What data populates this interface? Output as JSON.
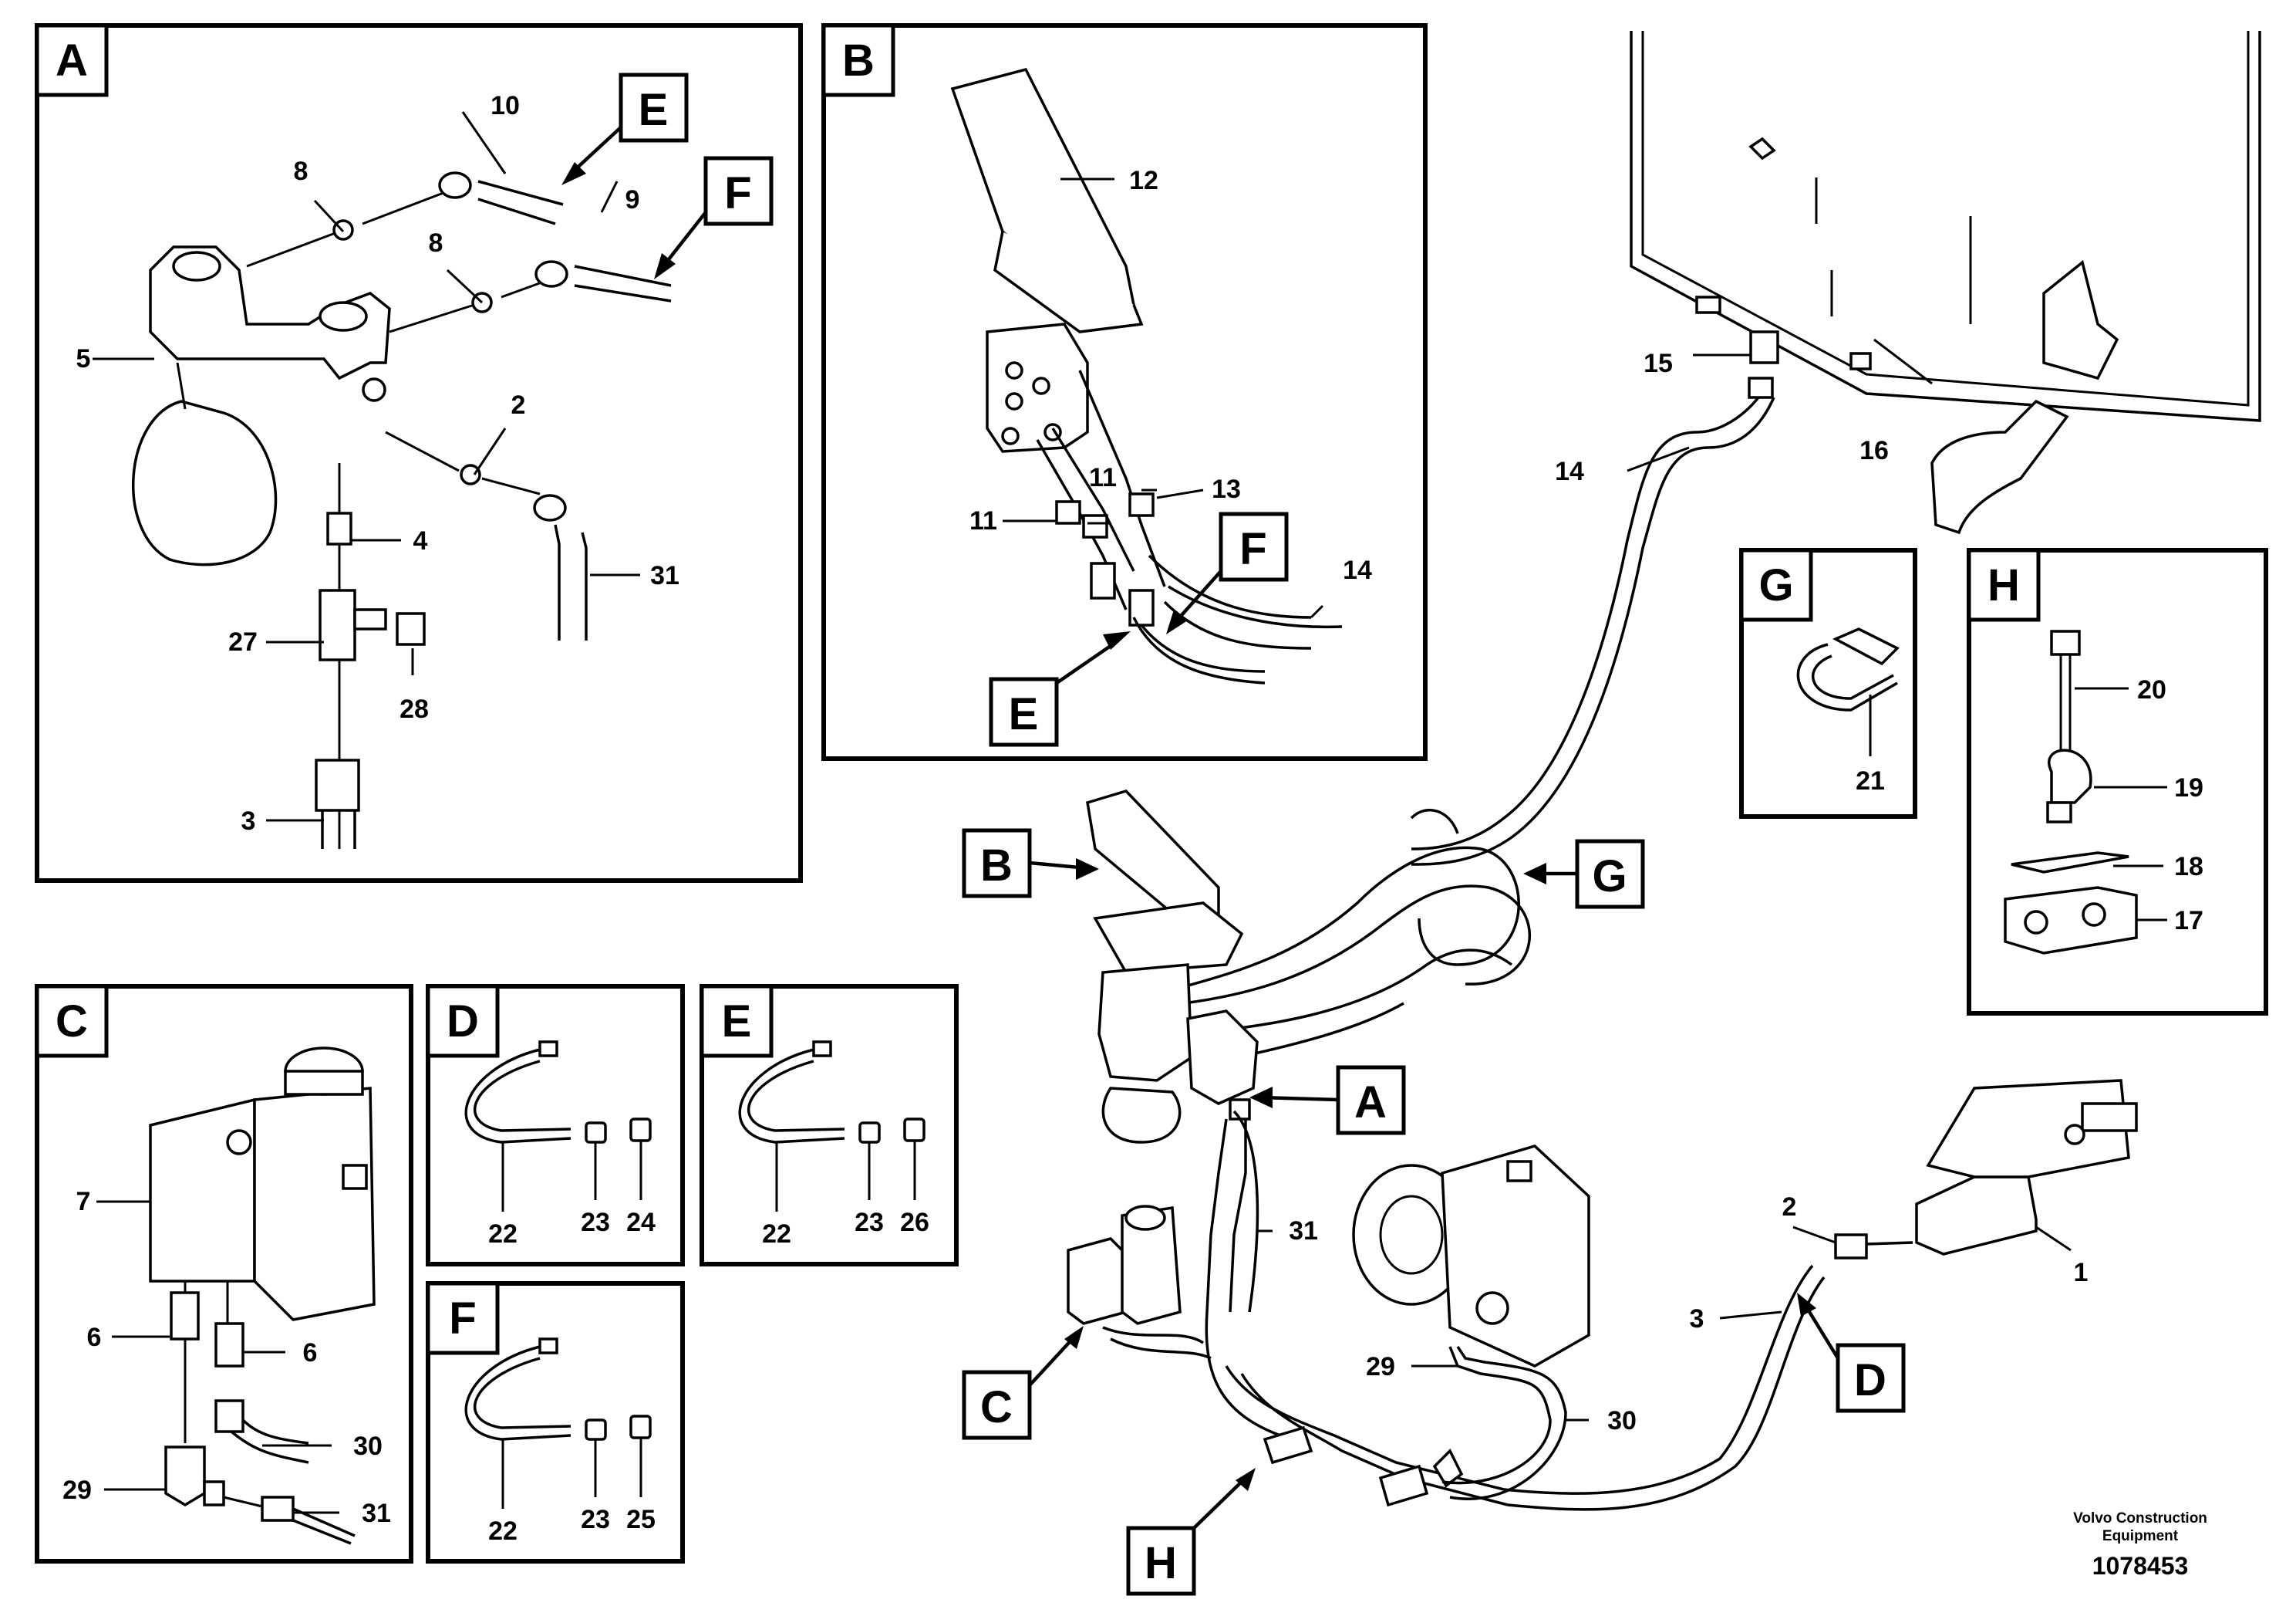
{
  "panels": {
    "A": {
      "letter": "A",
      "labels": {
        "n10": "10",
        "n8a": "8",
        "n9": "9",
        "n8b": "8",
        "n5": "5",
        "n2": "2",
        "n4": "4",
        "n31": "31",
        "n27": "27",
        "n28": "28",
        "n3": "3"
      },
      "refs": {
        "E": "E",
        "F": "F"
      }
    },
    "B": {
      "letter": "B",
      "labels": {
        "n12": "12",
        "n11a": "11",
        "n13": "13",
        "n11b": "11",
        "n14": "14"
      },
      "refs": {
        "F": "F",
        "E": "E"
      }
    },
    "C": {
      "letter": "C",
      "labels": {
        "n7": "7",
        "n6a": "6",
        "n6b": "6",
        "n30": "30",
        "n29": "29",
        "n31": "31"
      }
    },
    "D": {
      "letter": "D",
      "labels": {
        "n22": "22",
        "n23": "23",
        "n24": "24"
      }
    },
    "E": {
      "letter": "E",
      "labels": {
        "n22": "22",
        "n23": "23",
        "n26": "26"
      }
    },
    "F": {
      "letter": "F",
      "labels": {
        "n22": "22",
        "n23": "23",
        "n25": "25"
      }
    },
    "G": {
      "letter": "G",
      "labels": {
        "n21": "21"
      }
    },
    "H": {
      "letter": "H",
      "labels": {
        "n20": "20",
        "n19": "19",
        "n18": "18",
        "n17": "17"
      }
    }
  },
  "main": {
    "refs": {
      "B": "B",
      "G": "G",
      "A": "A",
      "C": "C",
      "H": "H",
      "D": "D"
    },
    "labels": {
      "n15": "15",
      "n16": "16",
      "n14": "14",
      "n31": "31",
      "n29": "29",
      "n30": "30",
      "n2": "2",
      "n3": "3",
      "n1": "1"
    }
  },
  "footer": {
    "line1": "Volvo Construction",
    "line2": "Equipment",
    "number": "1078453"
  }
}
